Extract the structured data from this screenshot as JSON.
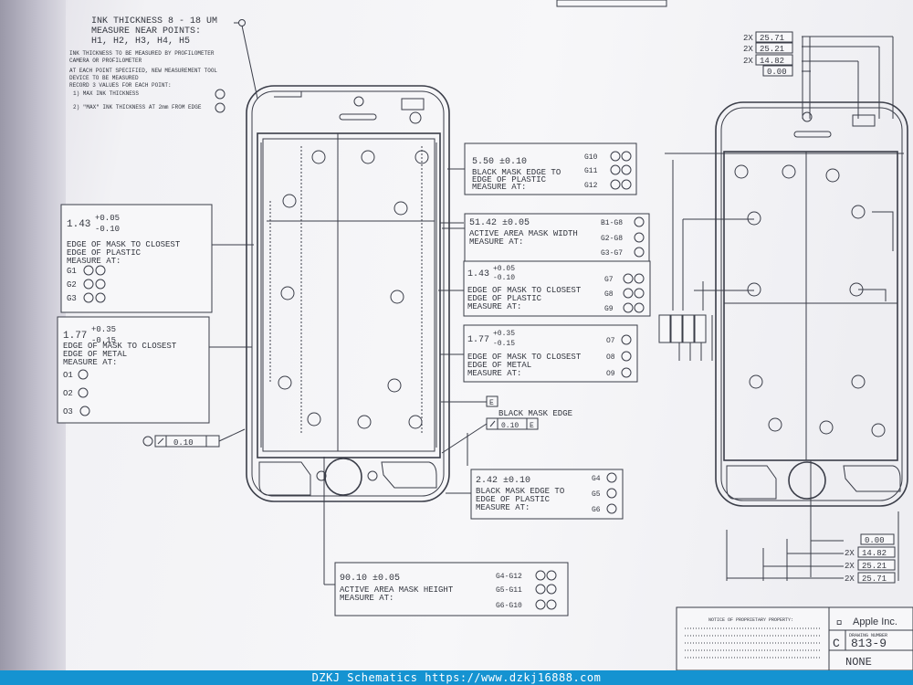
{
  "header_notes": {
    "ink_line1": "INK THICKNESS 8 - 18 UM",
    "ink_line2": "MEASURE NEAR POINTS:",
    "ink_line3": "H1, H2, H3, H4, H5",
    "note_a": "INK THICKNESS TO BE MEASURED BY PROFILOMETER",
    "note_b": "CAMERA OR PROFILOMETER",
    "note_c": "AT EACH POINT SPECIFIED, NEW MEASUREMENT TOOL",
    "note_d": "DEVICE TO BE MEASURED",
    "note_e": "RECORD 3 VALUES FOR EACH POINT:",
    "note_f": "1) MAX INK THICKNESS",
    "note_g": "2) \"MAX\" INK THICKNESS AT 2mm FROM EDGE"
  },
  "left_box_top": {
    "value": "1.43",
    "tol_plus": "+0.05",
    "tol_minus": "-0.10",
    "line1": "EDGE OF MASK TO CLOSEST",
    "line2": "EDGE OF PLASTIC",
    "line3": "MEASURE AT:",
    "pts": [
      "G1",
      "G2",
      "G3"
    ]
  },
  "left_box_bottom": {
    "value": "1.77",
    "tol_plus": "+0.35",
    "tol_minus": "-0.15",
    "line1": "EDGE OF MASK TO CLOSEST",
    "line2": "EDGE OF METAL",
    "line3": "MEASURE AT:",
    "pts": [
      "O1",
      "O2",
      "O3"
    ]
  },
  "flatness_left": "0.10",
  "right_boxes": {
    "b1": {
      "value": "5.50 ±0.10",
      "line1": "BLACK MASK EDGE TO",
      "line2": "EDGE OF PLASTIC",
      "line3": "MEASURE AT:",
      "pts": [
        "G10",
        "G11",
        "G12"
      ]
    },
    "b2": {
      "value": "51.42 ±0.05",
      "line1": "ACTIVE AREA MASK WIDTH",
      "line2": "MEASURE AT:",
      "pts": [
        "B1-G8",
        "G2-G8",
        "G3-G7"
      ]
    },
    "b3": {
      "value": "1.43",
      "tol_plus": "+0.05",
      "tol_minus": "-0.10",
      "line1": "EDGE OF MASK TO CLOSEST",
      "line2": "EDGE OF PLASTIC",
      "line3": "MEASURE AT:",
      "pts": [
        "G7",
        "G8",
        "G9"
      ]
    },
    "b4": {
      "value": "1.77",
      "tol_plus": "+0.35",
      "tol_minus": "-0.15",
      "line1": "EDGE OF MASK TO CLOSEST",
      "line2": "EDGE OF METAL",
      "line3": "MEASURE AT:",
      "pts": [
        "O7",
        "O8",
        "O9"
      ]
    },
    "b5": {
      "value": "2.42 ±0.10",
      "line1": "BLACK MASK EDGE TO",
      "line2": "EDGE OF PLASTIC",
      "line3": "MEASURE AT:",
      "pts": [
        "G4",
        "G5",
        "G6"
      ]
    },
    "b6": {
      "value": "90.10 ±0.05",
      "line1": "ACTIVE AREA MASK HEIGHT",
      "line2": "MEASURE AT:",
      "pts": [
        "G4-G12",
        "G5-G11",
        "G6-G10"
      ]
    }
  },
  "black_mask_edge": {
    "datum": "E",
    "label": "BLACK MASK EDGE",
    "tol": "0.10",
    "ref": "E"
  },
  "right_dims_top": [
    {
      "q": "2X",
      "v": "25.71"
    },
    {
      "q": "2X",
      "v": "25.21"
    },
    {
      "q": "2X",
      "v": "14.82"
    },
    {
      "q": "",
      "v": "0.00"
    }
  ],
  "right_dims_bottom": [
    {
      "q": "",
      "v": "0.00"
    },
    {
      "q": "2X",
      "v": "14.82"
    },
    {
      "q": "2X",
      "v": "25.21"
    },
    {
      "q": "2X",
      "v": "25.71"
    }
  ],
  "title_block": {
    "company": "Apple Inc.",
    "notice": "NOTICE OF PROPRIETARY PROPERTY:",
    "size": "C",
    "number": "813-9",
    "scale": "NONE",
    "drawing_number_label": "DRAWING NUMBER"
  },
  "footer": {
    "text": "DZKJ Schematics https://www.dzkj16888.com"
  }
}
